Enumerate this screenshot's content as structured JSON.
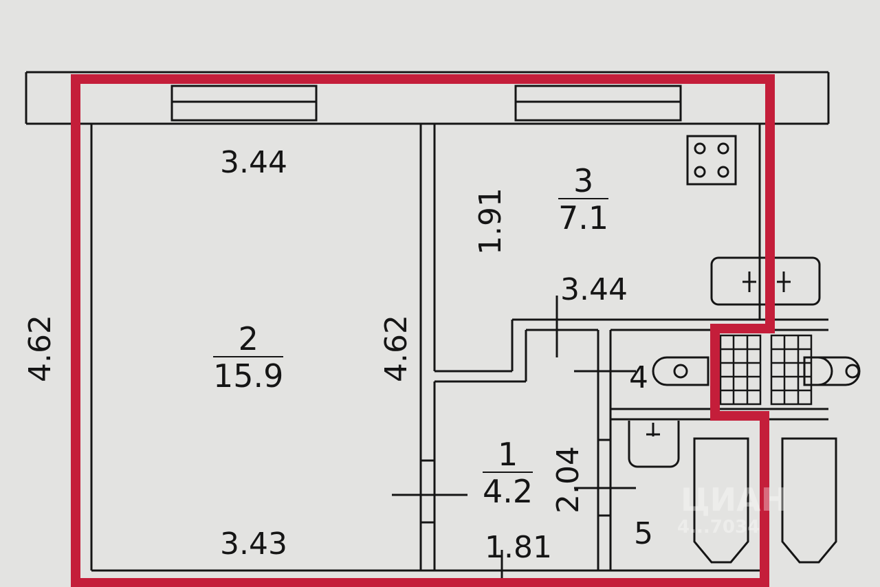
{
  "plan": {
    "rooms": [
      {
        "number": "1",
        "area": "4.2"
      },
      {
        "number": "2",
        "area": "15.9"
      },
      {
        "number": "3",
        "area": "7.1"
      },
      {
        "number": "4"
      },
      {
        "number": "5"
      }
    ],
    "dimensions": {
      "room2_top": "3.44",
      "room2_bottom": "3.43",
      "room2_height_inner": "4.62",
      "outer_height": "4.62",
      "room3_height": "1.91",
      "room3_width": "3.44",
      "room1_height": "2.04",
      "room1_width": "1.81"
    },
    "colors": {
      "outline": "#c41e3a",
      "walls": "#151515",
      "background": "#e3e3e1"
    },
    "watermark": {
      "brand": "ЦИАН",
      "id": "4...7034"
    }
  }
}
